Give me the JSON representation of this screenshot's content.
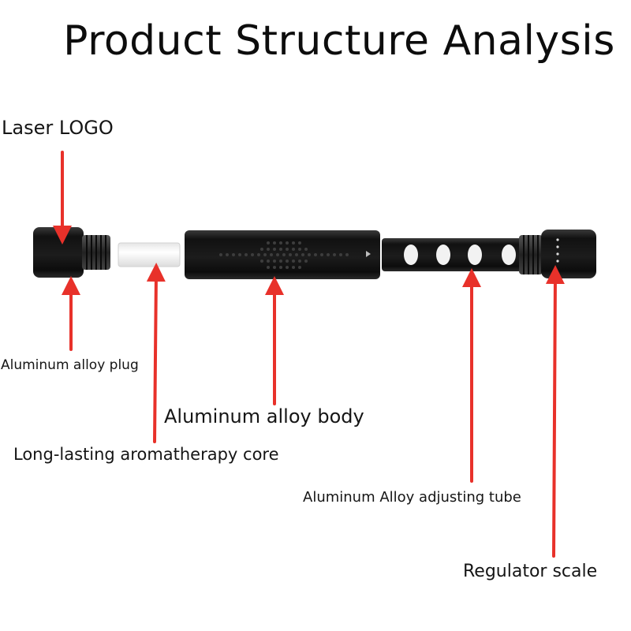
{
  "title": "Product Structure Analysis",
  "labels": {
    "laser_logo": "Laser LOGO",
    "plug": "Aluminum alloy plug",
    "body": "Aluminum alloy body",
    "core": "Long-lasting aromatherapy core",
    "adjusting_tube": "Aluminum Alloy adjusting tube",
    "regulator_scale": "Regulator scale"
  },
  "colors": {
    "arrow": "#e8312a",
    "metal": "#1a1a1a",
    "core": "#f4f4f4"
  }
}
